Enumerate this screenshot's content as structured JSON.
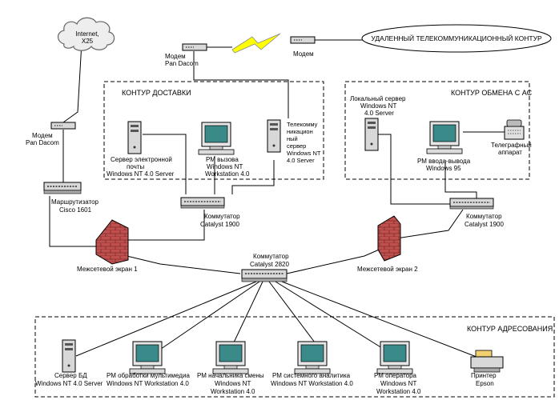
{
  "diagram": {
    "cloud_label": [
      "Internet,",
      "X25"
    ],
    "remote_contour": "УДАЛЕННЫЙ ТЕЛЕКОММУНИКАЦИОННЫЙ КОНТУР",
    "modem_left": [
      "Модем",
      "Pan Dacom"
    ],
    "modem_right": "Модем",
    "modem_side": [
      "Модем",
      "Pan Dacom"
    ],
    "delivery_contour": "КОНТУР ДОСТАВКИ",
    "exchange_contour": "КОНТУР ОБМЕНА С АС",
    "addressing_contour": "КОНТУР АДРЕСОВАНИЯ",
    "email_server": [
      "Сервер электронной",
      "почты",
      "Windows NT 4.0 Server"
    ],
    "ws_call": [
      "РМ вызова",
      "Windows NT",
      "Workstation 4.0"
    ],
    "telecom_server": [
      "Телекомму",
      "никацион",
      "ный",
      "сервер",
      "Windows NT",
      "4.0 Server"
    ],
    "local_server": [
      "Локальный сервер",
      "Windows NT",
      "4.0 Server"
    ],
    "ws_io": [
      "РМ ввода-вывода",
      "Windows 95"
    ],
    "telegraph": [
      "Телеграфный",
      "аппарат"
    ],
    "router": [
      "Маршрутизатор",
      "Cisco 1601"
    ],
    "switch_delivery": [
      "Коммутатор",
      "Catalyst 1900"
    ],
    "switch_exchange": [
      "Коммутатор",
      "Catalyst 1900"
    ],
    "switch_main": [
      "Коммутатор",
      "Catalyst 2820"
    ],
    "firewall1": "Межсетевой экран 1",
    "firewall2": "Межсетевой экран 2",
    "db_server": [
      "Сервер БД",
      "Windows NT 4.0 Server"
    ],
    "ws_multimedia": [
      "РМ обработки мультимедиа",
      "Windows NT Workstation 4.0"
    ],
    "ws_shift": [
      "РМ начальника смены",
      "Windows NT",
      "Workstation 4.0"
    ],
    "ws_analyst": [
      "РМ системного аналитика",
      "Windows NT Workstation 4.0"
    ],
    "ws_operator": [
      "РМ оператора",
      "Windows NT",
      "Workstation 4.0"
    ],
    "printer": [
      "Принтер",
      "Epson"
    ],
    "colors": {
      "firewall": "#c0504d",
      "screen": "#3a8a8a",
      "lightning": "#ffff00"
    }
  }
}
